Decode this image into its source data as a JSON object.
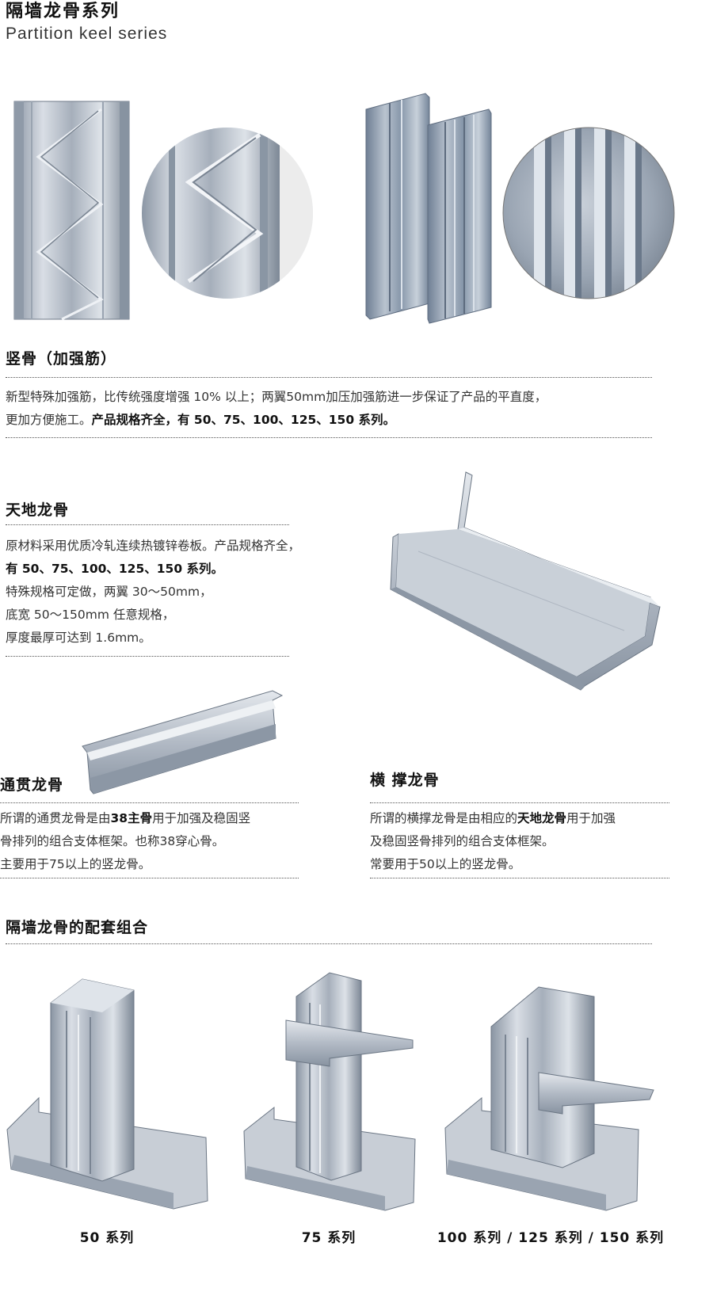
{
  "header": {
    "title_cn": "隔墙龙骨系列",
    "title_en": "Partition keel series"
  },
  "stud": {
    "title": "竖骨（加强筋）",
    "line1": "新型特殊加强筋，比传统强度增强 10% 以上；两翼50mm加压加强筋进一步保证了产品的平直度，",
    "line2_normal": "更加方便施工。",
    "line2_bold": "产品规格齐全，有 50、75、100、125、150 系列。"
  },
  "track": {
    "title": "天地龙骨",
    "line1": "原材料采用优质冷轧连续热镀锌卷板。产品规格齐全，",
    "line2_bold": "有 50、75、100、125、150 系列。",
    "line3": "特殊规格可定做，两翼 30～50mm，",
    "line4": "底宽 50～150mm 任意规格，",
    "line5": "厚度最厚可达到 1.6mm。"
  },
  "through": {
    "title": "通贯龙骨",
    "l1_a": "所谓的通贯龙骨是由",
    "l1_b": "38主骨",
    "l1_c": "用于加强及稳固竖",
    "line2": "骨排列的组合支体框架。也称38穿心骨。",
    "line3": "主要用于75以上的竖龙骨。"
  },
  "brace": {
    "title": "横 撑龙骨",
    "l1_a": "所谓的横撑龙骨是由相应的",
    "l1_b": "天地龙骨",
    "l1_c": "用于加强",
    "line2": "及稳固竖骨排列的组合支体框架。",
    "line3": "常要用于50以上的竖龙骨。"
  },
  "combo": {
    "title": "隔墙龙骨的配套组合",
    "captions": [
      "50 系列",
      "75 系列",
      "100 系列 / 125 系列 / 150 系列"
    ]
  },
  "colors": {
    "steel_light": "#dfe4ea",
    "steel_mid": "#aab3bf",
    "steel_dark": "#6f7a88"
  }
}
